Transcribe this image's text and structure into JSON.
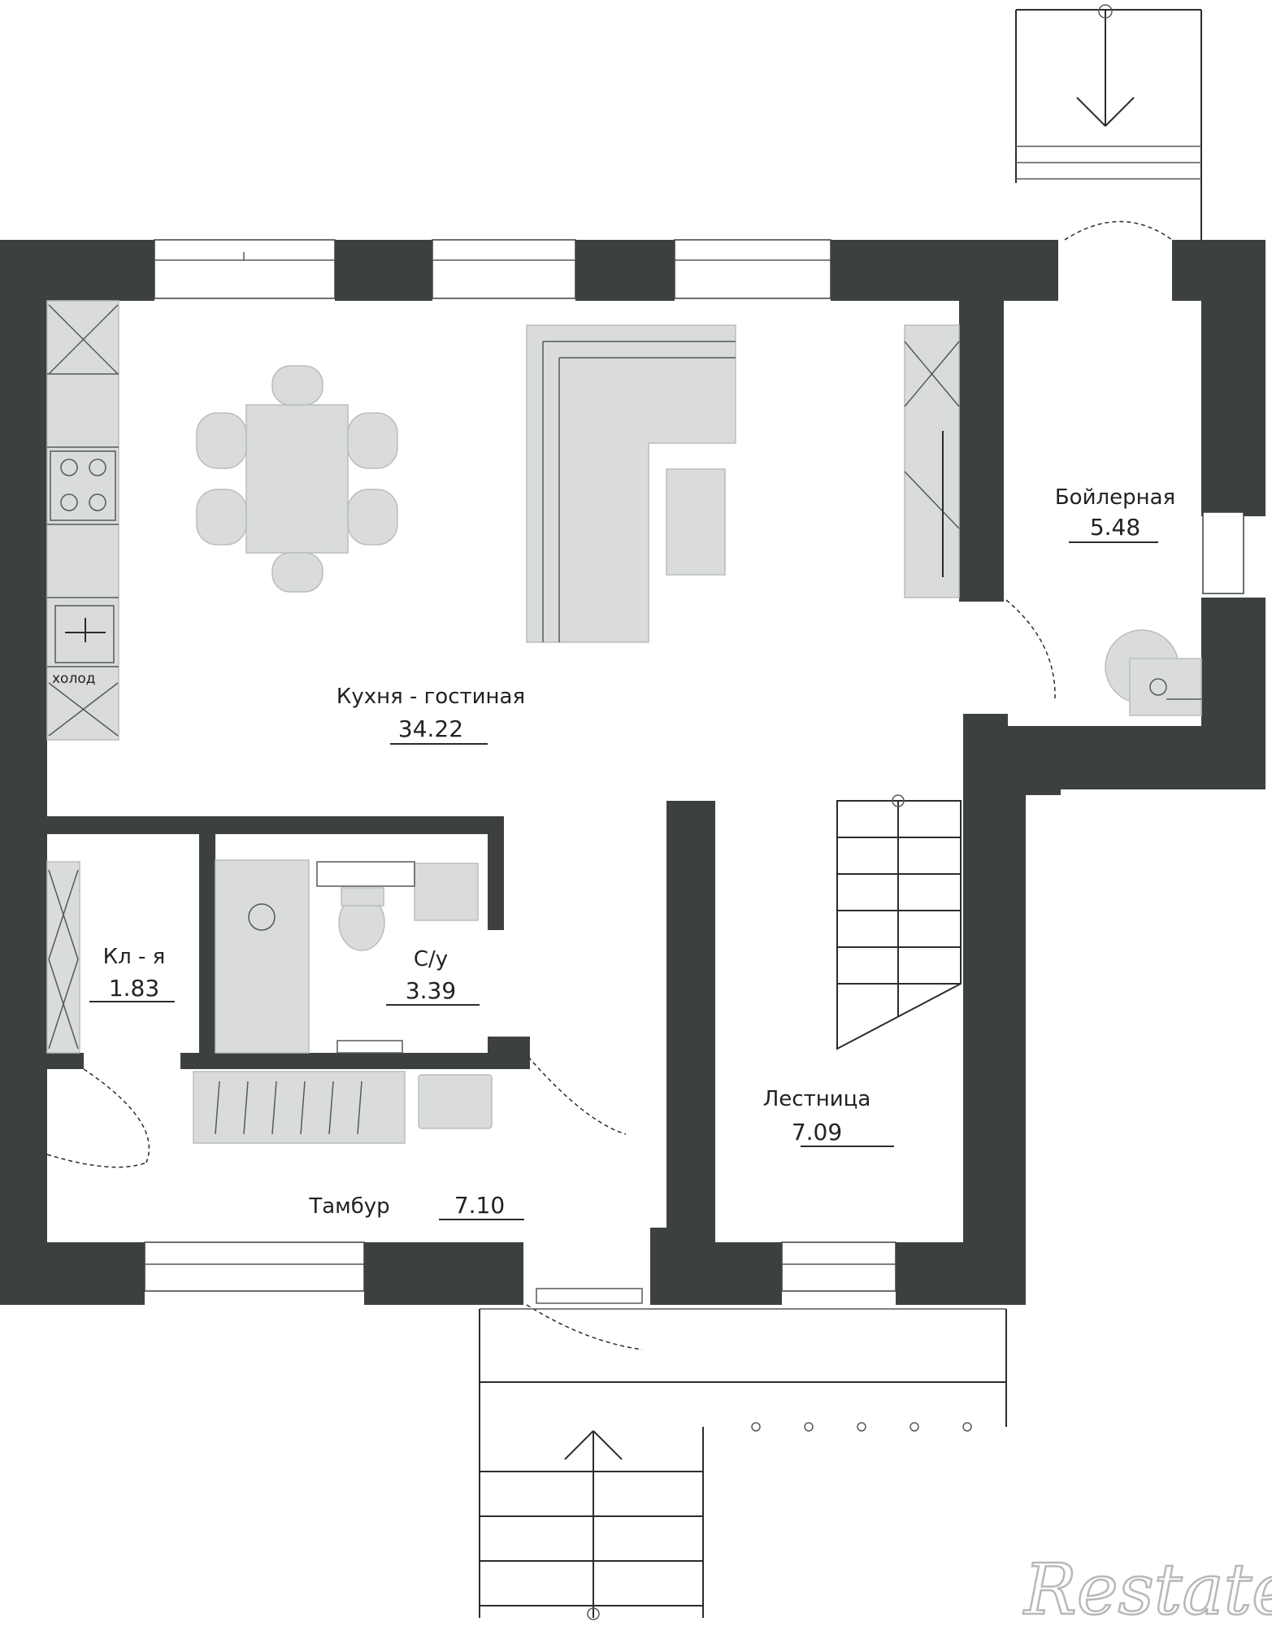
{
  "rooms": {
    "kitchen_living": {
      "name": "Кухня - гостиная",
      "area": "34.22"
    },
    "boiler": {
      "name": "Бойлерная",
      "area": "5.48"
    },
    "pantry": {
      "name": "Кл - я",
      "area": "1.83"
    },
    "bathroom": {
      "name": "С/у",
      "area": "3.39"
    },
    "stairs": {
      "name": "Лестница",
      "area": "7.09"
    },
    "vestibule": {
      "name": "Тамбур",
      "area": "7.10"
    }
  },
  "fixtures": {
    "fridge_label": "холод"
  },
  "watermark": {
    "text": "Restate"
  },
  "colors": {
    "wall": "#3c4140",
    "furniture": "#d9dcdb",
    "background": "#ffffff"
  }
}
